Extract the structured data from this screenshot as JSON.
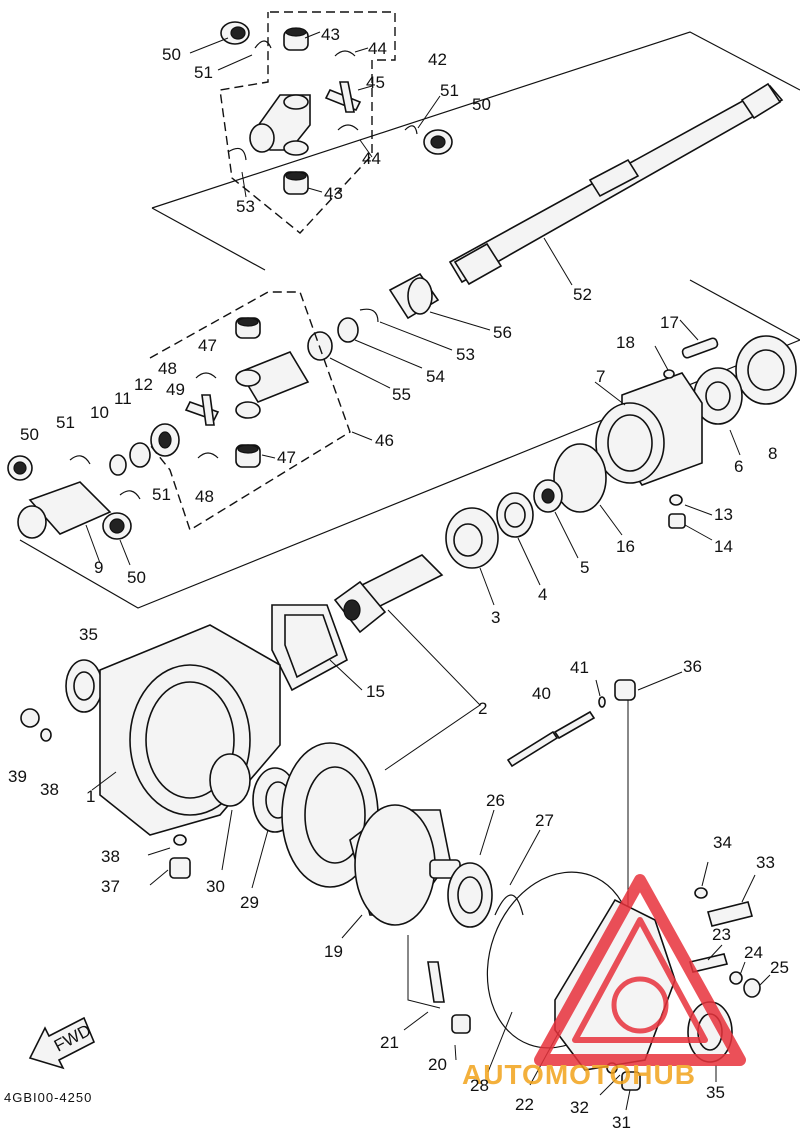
{
  "diagram": {
    "drawing_code": "4GBI00-4250",
    "fwd_label": "FWD",
    "watermark": {
      "text": "AUTOMOTOHUB",
      "brand_color": "#e8323c",
      "accent_color": "#f2a31b"
    },
    "part_labels": [
      {
        "id": "p50a",
        "text": "50"
      },
      {
        "id": "p51a",
        "text": "51"
      },
      {
        "id": "p43a",
        "text": "43"
      },
      {
        "id": "p44a",
        "text": "44"
      },
      {
        "id": "p42",
        "text": "42"
      },
      {
        "id": "p45",
        "text": "45"
      },
      {
        "id": "p51b",
        "text": "51"
      },
      {
        "id": "p50b",
        "text": "50"
      },
      {
        "id": "p44b",
        "text": "44"
      },
      {
        "id": "p43b",
        "text": "43"
      },
      {
        "id": "p53a",
        "text": "53"
      },
      {
        "id": "p52",
        "text": "52"
      },
      {
        "id": "p56",
        "text": "56"
      },
      {
        "id": "p53b",
        "text": "53"
      },
      {
        "id": "p54",
        "text": "54"
      },
      {
        "id": "p55",
        "text": "55"
      },
      {
        "id": "p47a",
        "text": "47"
      },
      {
        "id": "p48a",
        "text": "48"
      },
      {
        "id": "p49",
        "text": "49"
      },
      {
        "id": "p12",
        "text": "12"
      },
      {
        "id": "p11",
        "text": "11"
      },
      {
        "id": "p10",
        "text": "10"
      },
      {
        "id": "p51c",
        "text": "51"
      },
      {
        "id": "p50c",
        "text": "50"
      },
      {
        "id": "p51d",
        "text": "51"
      },
      {
        "id": "p47b",
        "text": "47"
      },
      {
        "id": "p48b",
        "text": "48"
      },
      {
        "id": "p46",
        "text": "46"
      },
      {
        "id": "p9",
        "text": "9"
      },
      {
        "id": "p50d",
        "text": "50"
      },
      {
        "id": "p17",
        "text": "17"
      },
      {
        "id": "p18",
        "text": "18"
      },
      {
        "id": "p7",
        "text": "7"
      },
      {
        "id": "p8",
        "text": "8"
      },
      {
        "id": "p6",
        "text": "6"
      },
      {
        "id": "p13",
        "text": "13"
      },
      {
        "id": "p14",
        "text": "14"
      },
      {
        "id": "p16",
        "text": "16"
      },
      {
        "id": "p5",
        "text": "5"
      },
      {
        "id": "p4",
        "text": "4"
      },
      {
        "id": "p3",
        "text": "3"
      },
      {
        "id": "p35a",
        "text": "35"
      },
      {
        "id": "p15",
        "text": "15"
      },
      {
        "id": "p2",
        "text": "2"
      },
      {
        "id": "p41",
        "text": "41"
      },
      {
        "id": "p36",
        "text": "36"
      },
      {
        "id": "p40",
        "text": "40"
      },
      {
        "id": "p39",
        "text": "39"
      },
      {
        "id": "p38a",
        "text": "38"
      },
      {
        "id": "p1",
        "text": "1"
      },
      {
        "id": "p26",
        "text": "26"
      },
      {
        "id": "p27",
        "text": "27"
      },
      {
        "id": "p38b",
        "text": "38"
      },
      {
        "id": "p37",
        "text": "37"
      },
      {
        "id": "p30",
        "text": "30"
      },
      {
        "id": "p29",
        "text": "29"
      },
      {
        "id": "p34",
        "text": "34"
      },
      {
        "id": "p33",
        "text": "33"
      },
      {
        "id": "p19",
        "text": "19"
      },
      {
        "id": "p23",
        "text": "23"
      },
      {
        "id": "p24",
        "text": "24"
      },
      {
        "id": "p25",
        "text": "25"
      },
      {
        "id": "p21",
        "text": "21"
      },
      {
        "id": "p20",
        "text": "20"
      },
      {
        "id": "p28",
        "text": "28"
      },
      {
        "id": "p22",
        "text": "22"
      },
      {
        "id": "p32",
        "text": "32"
      },
      {
        "id": "p35b",
        "text": "35"
      },
      {
        "id": "p31",
        "text": "31"
      }
    ]
  }
}
